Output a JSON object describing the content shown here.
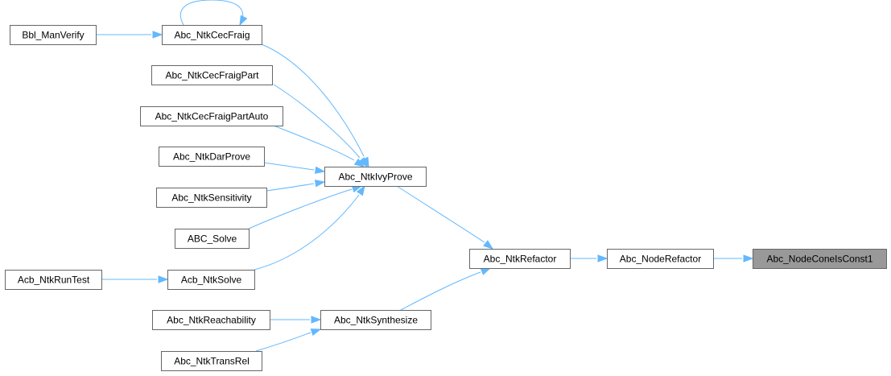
{
  "graph": {
    "nodes": [
      {
        "id": "bbl_manverify",
        "label": "Bbl_ManVerify"
      },
      {
        "id": "abc_ntkcecfraig",
        "label": "Abc_NtkCecFraig"
      },
      {
        "id": "abc_ntkcecfraigpart",
        "label": "Abc_NtkCecFraigPart"
      },
      {
        "id": "abc_ntkcecfraigpartauto",
        "label": "Abc_NtkCecFraigPartAuto"
      },
      {
        "id": "abc_ntkdarprove",
        "label": "Abc_NtkDarProve"
      },
      {
        "id": "abc_ntksensitivity",
        "label": "Abc_NtkSensitivity"
      },
      {
        "id": "abc_solve",
        "label": "ABC_Solve"
      },
      {
        "id": "acb_ntkruntest",
        "label": "Acb_NtkRunTest"
      },
      {
        "id": "acb_ntksolve",
        "label": "Acb_NtkSolve"
      },
      {
        "id": "abc_ntkreachability",
        "label": "Abc_NtkReachability"
      },
      {
        "id": "abc_ntktransrel",
        "label": "Abc_NtkTransRel"
      },
      {
        "id": "abc_ntkivyprove",
        "label": "Abc_NtkIvyProve"
      },
      {
        "id": "abc_ntksynthesize",
        "label": "Abc_NtkSynthesize"
      },
      {
        "id": "abc_ntkrefactor",
        "label": "Abc_NtkRefactor"
      },
      {
        "id": "abc_noderefactor",
        "label": "Abc_NodeRefactor"
      },
      {
        "id": "abc_nodeconeisconst1",
        "label": "Abc_NodeConeIsConst1",
        "highlighted": true
      }
    ],
    "edges": [
      {
        "from": "abc_ntkcecfraig",
        "to": "abc_ntkcecfraig"
      },
      {
        "from": "bbl_manverify",
        "to": "abc_ntkcecfraig"
      },
      {
        "from": "abc_ntkcecfraig",
        "to": "abc_ntkivyprove"
      },
      {
        "from": "abc_ntkcecfraigpart",
        "to": "abc_ntkivyprove"
      },
      {
        "from": "abc_ntkcecfraigpartauto",
        "to": "abc_ntkivyprove"
      },
      {
        "from": "abc_ntkdarprove",
        "to": "abc_ntkivyprove"
      },
      {
        "from": "abc_ntksensitivity",
        "to": "abc_ntkivyprove"
      },
      {
        "from": "abc_solve",
        "to": "abc_ntkivyprove"
      },
      {
        "from": "acb_ntksolve",
        "to": "abc_ntkivyprove"
      },
      {
        "from": "acb_ntkruntest",
        "to": "acb_ntksolve"
      },
      {
        "from": "abc_ntkivyprove",
        "to": "abc_ntkrefactor"
      },
      {
        "from": "abc_ntkreachability",
        "to": "abc_ntksynthesize"
      },
      {
        "from": "abc_ntktransrel",
        "to": "abc_ntksynthesize"
      },
      {
        "from": "abc_ntksynthesize",
        "to": "abc_ntkrefactor"
      },
      {
        "from": "abc_ntkrefactor",
        "to": "abc_noderefactor"
      },
      {
        "from": "abc_noderefactor",
        "to": "abc_nodeconeisconst1"
      }
    ]
  }
}
